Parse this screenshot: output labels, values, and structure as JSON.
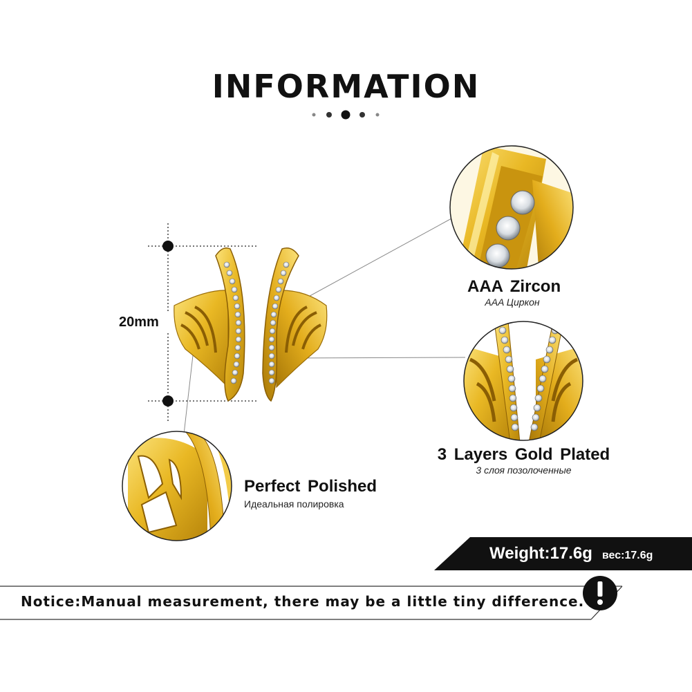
{
  "header": {
    "title": "INFORMATION"
  },
  "dimension": {
    "label": "20mm"
  },
  "features": [
    {
      "title": "AAA  Zircon",
      "subtitle": "AAA Циркон"
    },
    {
      "title": "3 Layers  Gold  Plated",
      "subtitle": "3 слоя позолоченные"
    },
    {
      "title": "Perfect  Polished",
      "subtitle": "Идеальная полировка"
    }
  ],
  "weight": {
    "main": "Weight:17.6g",
    "ru": "вес:17.6g"
  },
  "notice": {
    "text": "Notice:Manual measurement, there may be a little tiny difference.",
    "icon": "exclamation-icon"
  },
  "colors": {
    "gold": "#e9b824",
    "gold_dark": "#b8860b",
    "gold_light": "#f8d75a",
    "black": "#111111"
  }
}
